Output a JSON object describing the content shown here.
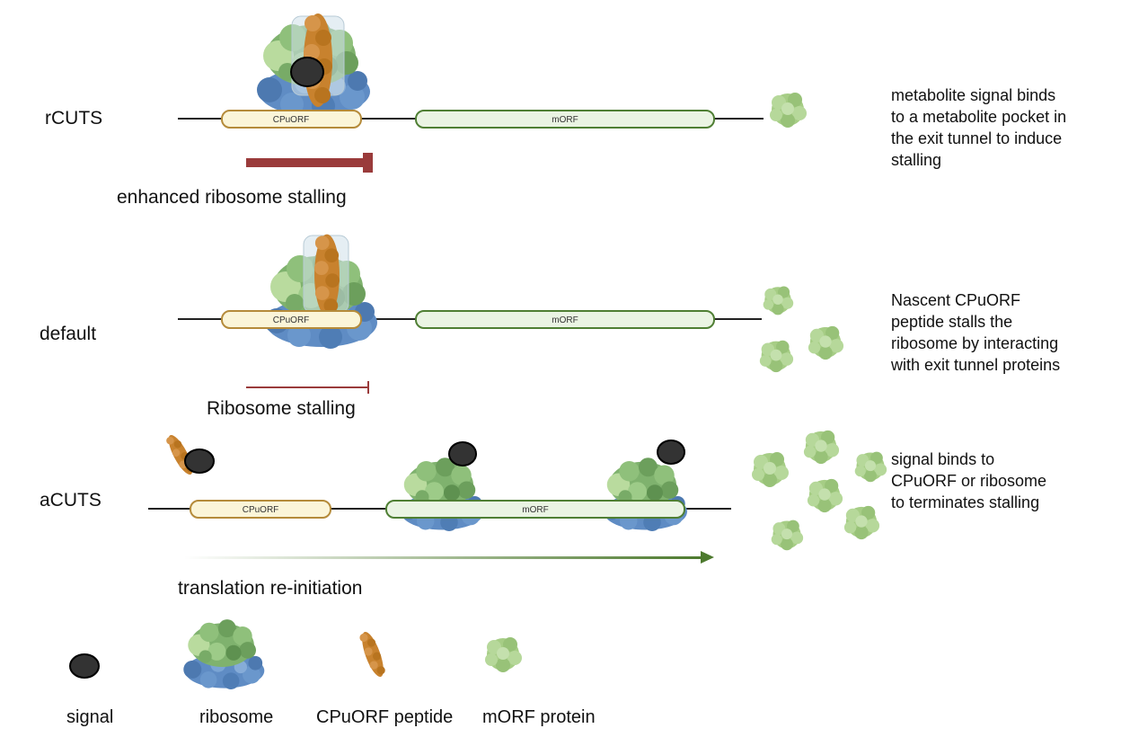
{
  "rows": [
    {
      "label": "rCUTS",
      "cpuorf": "CPuORF",
      "morf": "mORF",
      "caption": "enhanced ribosome stalling",
      "desc": [
        "metabolite signal binds",
        "to a metabolite pocket in",
        "the exit tunnel to induce",
        "stalling"
      ]
    },
    {
      "label": "default",
      "cpuorf": "CPuORF",
      "morf": "mORF",
      "caption": "Ribosome stalling",
      "desc": [
        "Nascent CPuORF",
        "peptide stalls the",
        "ribosome by interacting",
        "with exit tunnel proteins"
      ]
    },
    {
      "label": "aCUTS",
      "cpuorf": "CPuORF",
      "morf": "mORF",
      "caption": "translation re-initiation",
      "desc": [
        "signal binds to",
        "CPuORF or ribosome",
        "to terminates stalling"
      ]
    }
  ],
  "legend": {
    "signal": "signal",
    "ribosome": "ribosome",
    "peptide": "CPuORF peptide",
    "protein": "mORF protein"
  },
  "colors": {
    "ribo_green": "#7fb26e",
    "ribo_blue": "#5f8cc4",
    "peptide": "#c8822e",
    "signal": "#333333",
    "protein": "#a6cd85",
    "cpuorf_fill": "#fbf5d8",
    "cpuorf_stroke": "#b58b3a",
    "morf_fill": "#eaf4e3",
    "morf_stroke": "#4f7f34",
    "stall_red": "#9a3b3b",
    "arrow_green": "#4d7a2e"
  }
}
